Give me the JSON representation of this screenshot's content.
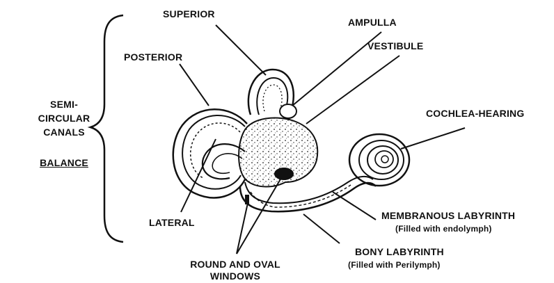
{
  "labels": {
    "superior": "SUPERIOR",
    "ampulla": "AMPULLA",
    "posterior": "POSTERIOR",
    "vestibule": "VESTIBULE",
    "semi": "SEMI-",
    "circular": "CIRCULAR",
    "canals": "CANALS",
    "balance": "BALANCE",
    "cochlea": "COCHLEA-HEARING",
    "lateral": "LATERAL",
    "membranous": "MEMBRANOUS LABYRINTH",
    "membranous_sub": "(Filled with endolymph)",
    "bony": "BONY LABYRINTH",
    "bony_sub": "(Filled with Perilymph)",
    "round_oval_1": "ROUND AND OVAL",
    "round_oval_2": "WINDOWS"
  },
  "colors": {
    "ink": "#111111",
    "background": "#ffffff"
  }
}
